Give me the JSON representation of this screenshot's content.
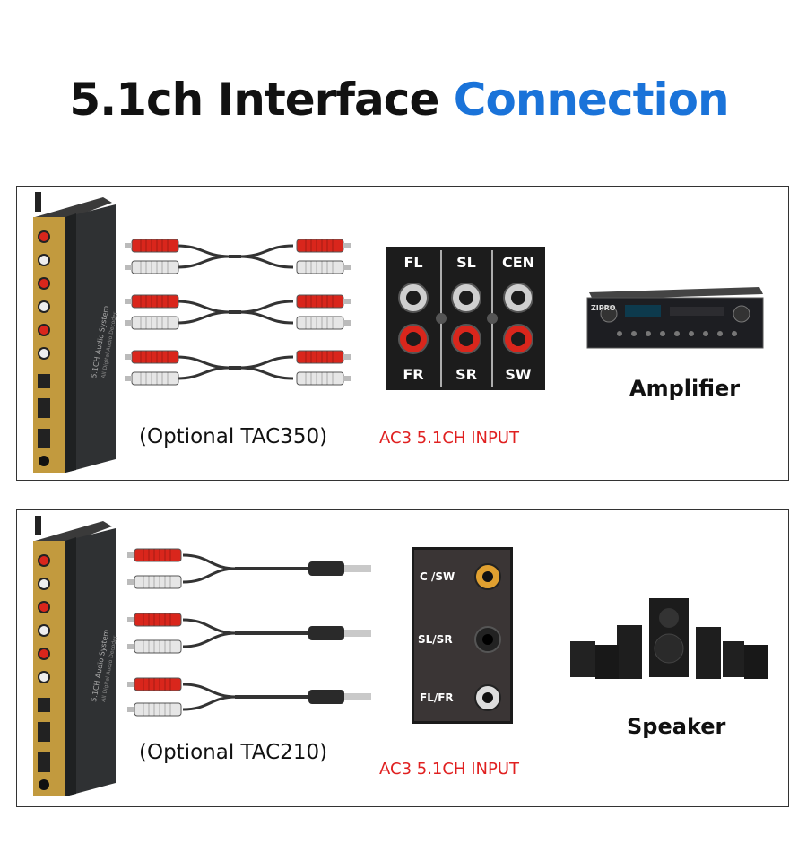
{
  "heading": {
    "part1": "5.1ch Interface",
    "part2": "Connection"
  },
  "colors": {
    "accent": "#1a73d9",
    "input_label": "#e02020",
    "rca_red": "#d9261c",
    "rca_white": "#e6e6e6"
  },
  "panel1": {
    "caption": "(Optional TAC350)",
    "input_label": "AC3 5.1CH INPUT",
    "jack_labels": [
      "FL",
      "SL",
      "CEN",
      "FR",
      "SR",
      "SW"
    ],
    "device_label": "Amplifier",
    "amp_brand": "ZIPRO"
  },
  "panel2": {
    "caption": "(Optional TAC210)",
    "input_label": "AC3 5.1CH INPUT",
    "jack_labels": [
      "C /SW",
      "SL/SR",
      "FL/FR"
    ],
    "device_label": "Speaker"
  },
  "decoder": {
    "line1": "5.1CH Audio System",
    "line2": "All Digital Audio Decoder"
  }
}
